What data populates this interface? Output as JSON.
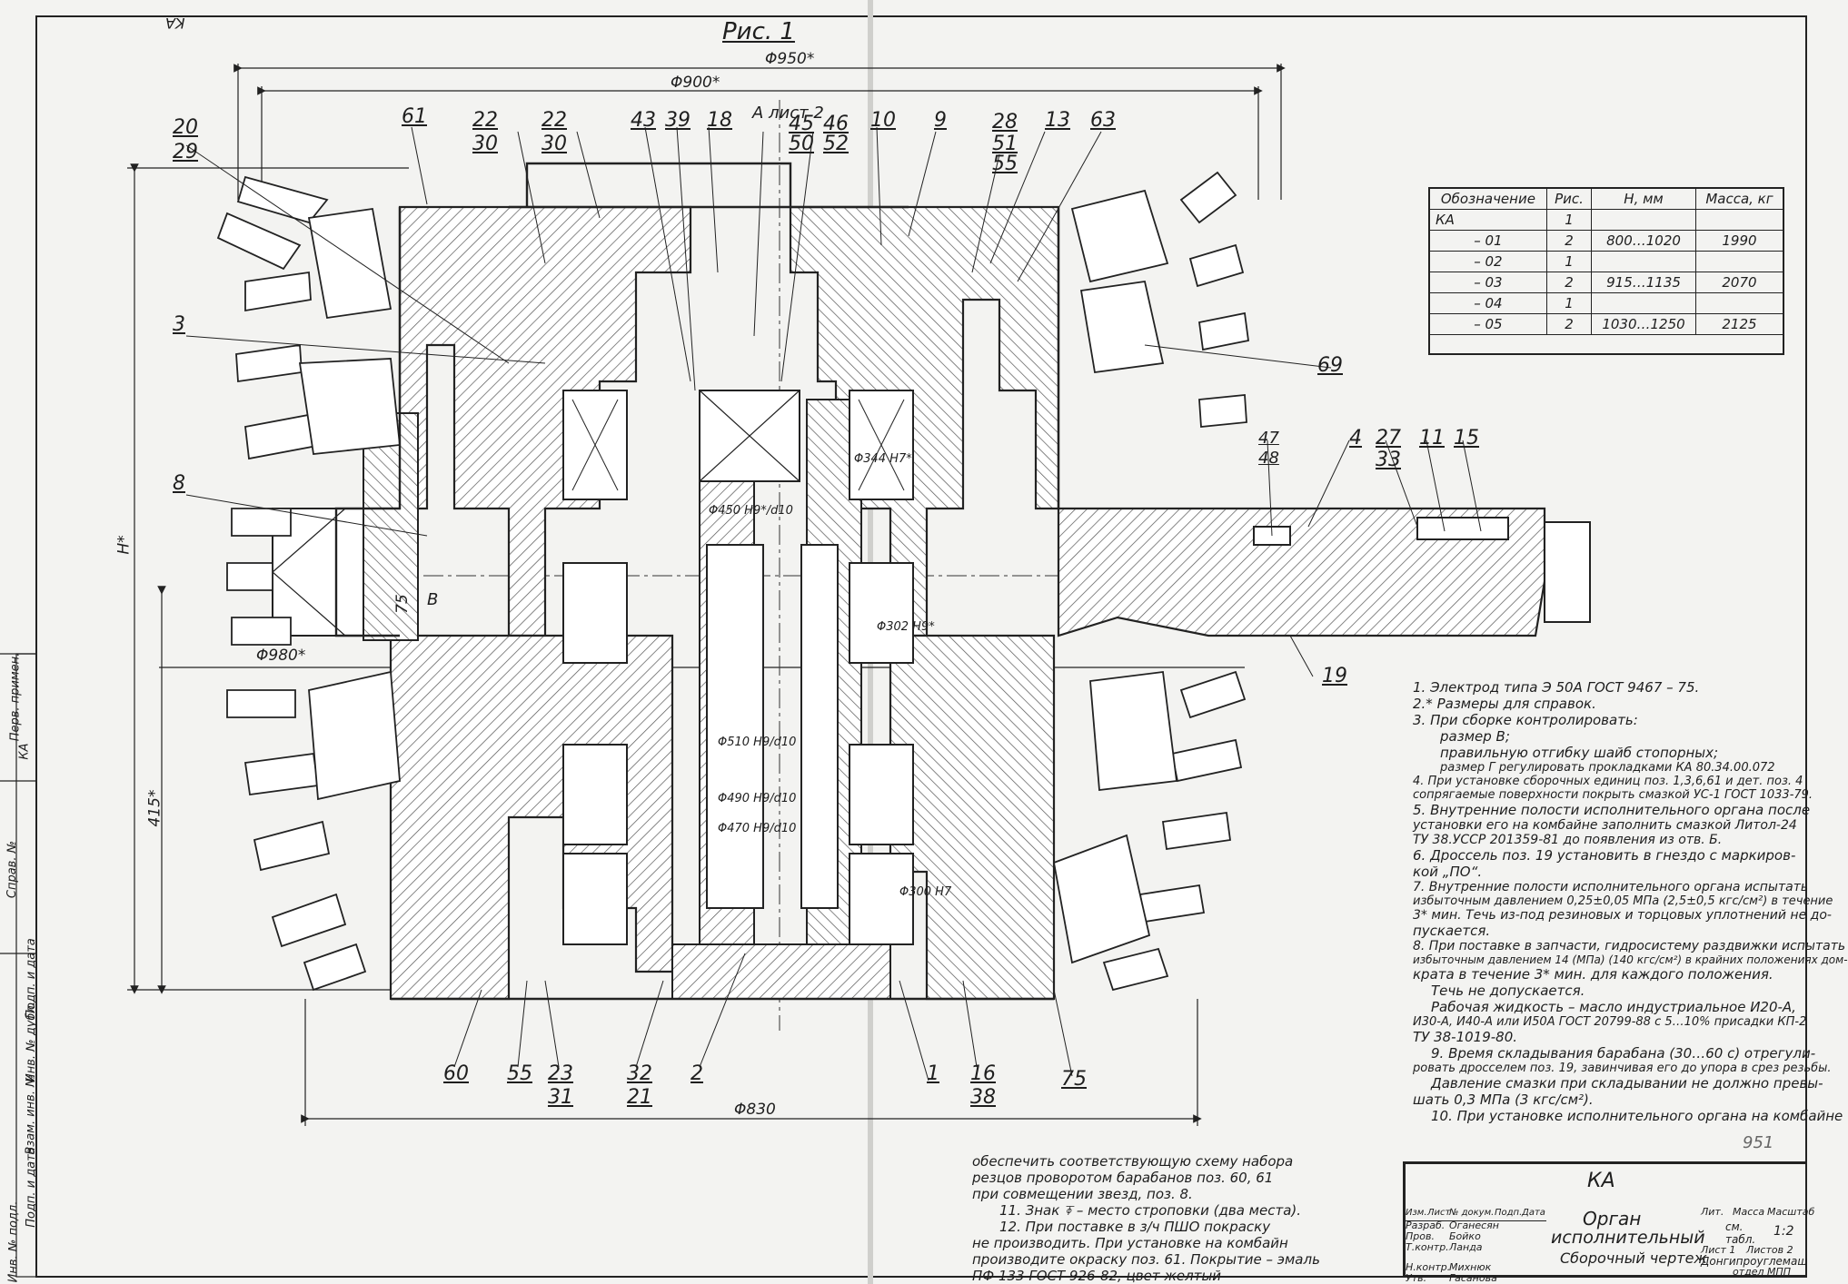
{
  "drawing": {
    "figure_title": "Рис. 1",
    "corner_code": "KA",
    "title_block": {
      "designation": "КА",
      "name_line1": "Орган",
      "name_line2": "исполнительный",
      "name_line3": "Сборочный чертеж",
      "lit": "Лит.",
      "mass_label": "Масса",
      "scale_label": "Масштаб",
      "mass_value": "см. табл.",
      "scale_value": "1:2",
      "sheet": "Лист 1",
      "sheets": "Листов 2",
      "org_line1": "Донгипроуглемаш",
      "org_line2": "отдел МПП",
      "stamp_number": "951",
      "roles": [
        {
          "role": "Разраб.",
          "name": "Оганесян"
        },
        {
          "role": "Пров.",
          "name": "Бойко"
        },
        {
          "role": "Т.контр.",
          "name": "Ланда"
        },
        {
          "role": "Н.контр.",
          "name": "Михнюк"
        },
        {
          "role": "Утв.",
          "name": "Гасанова"
        }
      ],
      "header_cells": [
        "Изм.",
        "Лист",
        "№ докум.",
        "Подп.",
        "Дата"
      ]
    },
    "spec_table": {
      "headers": [
        "Обозначение",
        "Рис.",
        "H, мм",
        "Масса, кг"
      ],
      "rows": [
        {
          "designation": "КА",
          "fig": "1",
          "h": "",
          "mass": ""
        },
        {
          "designation": "– 01",
          "fig": "2",
          "h": "800…1020",
          "mass": "1990"
        },
        {
          "designation": "– 02",
          "fig": "1",
          "h": "",
          "mass": ""
        },
        {
          "designation": "– 03",
          "fig": "2",
          "h": "915…1135",
          "mass": "2070"
        },
        {
          "designation": "– 04",
          "fig": "1",
          "h": "",
          "mass": ""
        },
        {
          "designation": "– 05",
          "fig": "2",
          "h": "1030…1250",
          "mass": "2125"
        }
      ]
    },
    "dimensions": {
      "d950": "Φ950*",
      "d900": "Φ900*",
      "d980": "Φ980*",
      "d830": "Φ830",
      "h_star": "H*",
      "h415": "415*",
      "section_mark": "А лист 2",
      "d450": "Φ450 H9*/d10",
      "d344": "Φ344 H7*",
      "d302": "Φ302 H9*",
      "d510": "Φ510 H9/d10",
      "d490": "Φ490 H9/d10",
      "d470": "Φ470 H9/d10",
      "d300": "Φ300 H7",
      "d75": "75",
      "b_mark": "B"
    },
    "callouts": {
      "c61": "61",
      "c20": "20",
      "c29": "29",
      "c22a": "22",
      "c30a": "30",
      "c22b": "22",
      "c30b": "30",
      "c43": "43",
      "c39": "39",
      "c18": "18",
      "c45": "45",
      "c50": "50",
      "c46": "46",
      "c52": "52",
      "c10": "10",
      "c9": "9",
      "c28": "28",
      "c51": "51",
      "c55a": "55",
      "c13": "13",
      "c63": "63",
      "c3": "3",
      "c8": "8",
      "c69": "69",
      "c47": "47",
      "c48": "48",
      "c4": "4",
      "c27": "27",
      "c33": "33",
      "c11": "11",
      "c15": "15",
      "c19": "19",
      "c60": "60",
      "c55b": "55",
      "c23": "23",
      "c31": "31",
      "c32": "32",
      "c21": "21",
      "c2": "2",
      "c1": "1",
      "c16": "16",
      "c38": "38",
      "c75": "75"
    },
    "notes": [
      "1. Электрод типа Э 50А ГОСТ 9467 – 75.",
      "2.* Размеры для справок.",
      "3. При сборке контролировать:",
      "размер В;",
      "правильную отгибку шайб стопорных;",
      "размер Г регулировать прокладками КА 80.34.00.072",
      "4. При установке сборочных единиц поз. 1,3,6,61 и дет. поз. 4",
      "сопрягаемые поверхности покрыть смазкой УС-1 ГОСТ 1033-79.",
      "5. Внутренние полости исполнительного органа после",
      "установки его на комбайне заполнить смазкой Литол-24",
      "ТУ 38.УССР 201359-81 до появления из отв. Б.",
      "6. Дроссель поз. 19 установить в гнездо с маркиров-",
      "кой „ПО“.",
      "7. Внутренние полости исполнительного органа испытать",
      "избыточным давлением 0,25±0,05 МПа (2,5±0,5 кгс/см²) в течение",
      "3* мин. Течь из-под резиновых и торцовых уплотнений не до-",
      "пускается.",
      "8. При поставке в запчасти, гидросистему раздвижки испытать",
      "избыточным давлением 14 (МПа) (140 кгс/см²) в крайних положениях дом-",
      "крата в течение 3* мин. для каждого положения.",
      "Течь не допускается.",
      "Рабочая жидкость – масло индустриальное И20-А,",
      "И30-А, И40-А или И50А ГОСТ 20799-88 с 5…10% присадки КП-2",
      "ТУ 38-1019-80.",
      "9. Время складывания барабана (30…60 с) отрегули-",
      "ровать дросселем поз. 19, завинчивая его до упора в срез резьбы.",
      "Давление смазки при складывании не должно превы-",
      "шать 0,3 МПа (3 кгс/см²).",
      "10. При установке исполнительного органа на комбайне"
    ],
    "notes_bottom": [
      "обеспечить соответствующую схему набора",
      "резцов проворотом барабанов поз. 60, 61",
      "при совмещении звезд, поз. 8.",
      "11. Знак ⍕ – место строповки (два места).",
      "12. При поставке в з/ч ПШО покраску",
      "не производить. При установке на комбайн",
      "производите окраску поз. 61. Покрытие – эмаль",
      "ПФ 133 ГОСТ 926-82, цвет желтый"
    ],
    "left_margin": [
      "Перв. примен.",
      "КА",
      "Справ. №",
      "Инв. № подл.",
      "Подп. и дата",
      "Взам. инв. №",
      "Инв. № дубл.",
      "Подп. и дата"
    ]
  }
}
